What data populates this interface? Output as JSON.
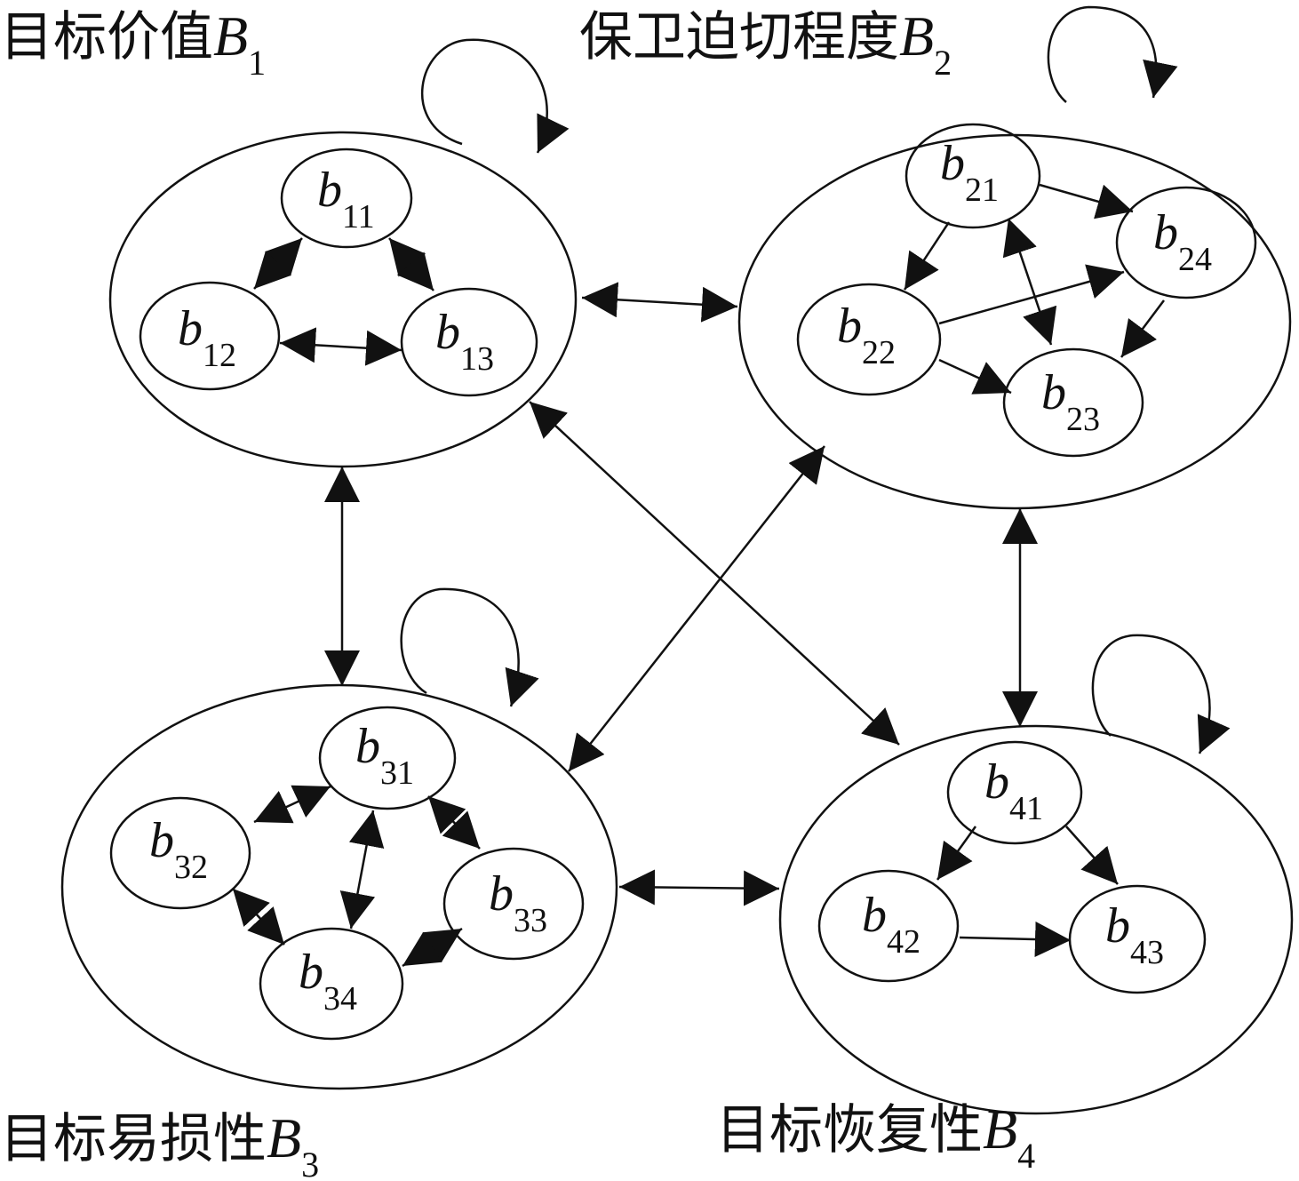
{
  "groups": {
    "g1": {
      "caption": "目标价值",
      "symbol": "B",
      "index": "1"
    },
    "g2": {
      "caption": "保卫迫切程度",
      "symbol": "B",
      "index": "2"
    },
    "g3": {
      "caption": "目标易损性",
      "symbol": "B",
      "index": "3"
    },
    "g4": {
      "caption": "目标恢复性",
      "symbol": "B",
      "index": "4"
    }
  },
  "nodes": {
    "b11": {
      "symbol": "b",
      "index": "11"
    },
    "b12": {
      "symbol": "b",
      "index": "12"
    },
    "b13": {
      "symbol": "b",
      "index": "13"
    },
    "b21": {
      "symbol": "b",
      "index": "21"
    },
    "b22": {
      "symbol": "b",
      "index": "22"
    },
    "b23": {
      "symbol": "b",
      "index": "23"
    },
    "b24": {
      "symbol": "b",
      "index": "24"
    },
    "b31": {
      "symbol": "b",
      "index": "31"
    },
    "b32": {
      "symbol": "b",
      "index": "32"
    },
    "b33": {
      "symbol": "b",
      "index": "33"
    },
    "b34": {
      "symbol": "b",
      "index": "34"
    },
    "b41": {
      "symbol": "b",
      "index": "41"
    },
    "b42": {
      "symbol": "b",
      "index": "42"
    },
    "b43": {
      "symbol": "b",
      "index": "43"
    }
  },
  "edges": [
    {
      "from": "b11",
      "to": "b12",
      "direction": "both"
    },
    {
      "from": "b11",
      "to": "b13",
      "direction": "both"
    },
    {
      "from": "b12",
      "to": "b13",
      "direction": "both"
    },
    {
      "from": "b21",
      "to": "b24",
      "direction": "forward"
    },
    {
      "from": "b21",
      "to": "b22",
      "direction": "forward"
    },
    {
      "from": "b21",
      "to": "b23",
      "direction": "both"
    },
    {
      "from": "b22",
      "to": "b24",
      "direction": "forward"
    },
    {
      "from": "b22",
      "to": "b23",
      "direction": "forward"
    },
    {
      "from": "b24",
      "to": "b23",
      "direction": "forward"
    },
    {
      "from": "b31",
      "to": "b32",
      "direction": "both"
    },
    {
      "from": "b31",
      "to": "b33",
      "direction": "both"
    },
    {
      "from": "b31",
      "to": "b34",
      "direction": "both"
    },
    {
      "from": "b32",
      "to": "b34",
      "direction": "both"
    },
    {
      "from": "b33",
      "to": "b34",
      "direction": "both"
    },
    {
      "from": "b41",
      "to": "b42",
      "direction": "forward"
    },
    {
      "from": "b41",
      "to": "b43",
      "direction": "forward"
    },
    {
      "from": "b42",
      "to": "b43",
      "direction": "forward"
    },
    {
      "from": "B1",
      "to": "B2",
      "direction": "both"
    },
    {
      "from": "B1",
      "to": "B3",
      "direction": "both"
    },
    {
      "from": "B1",
      "to": "B4",
      "direction": "both"
    },
    {
      "from": "B2",
      "to": "B3",
      "direction": "both"
    },
    {
      "from": "B2",
      "to": "B4",
      "direction": "both"
    },
    {
      "from": "B3",
      "to": "B4",
      "direction": "both"
    },
    {
      "from": "B1",
      "to": "B1",
      "direction": "self-loop"
    },
    {
      "from": "B2",
      "to": "B2",
      "direction": "self-loop"
    },
    {
      "from": "B3",
      "to": "B3",
      "direction": "self-loop"
    },
    {
      "from": "B4",
      "to": "B4",
      "direction": "self-loop"
    }
  ]
}
